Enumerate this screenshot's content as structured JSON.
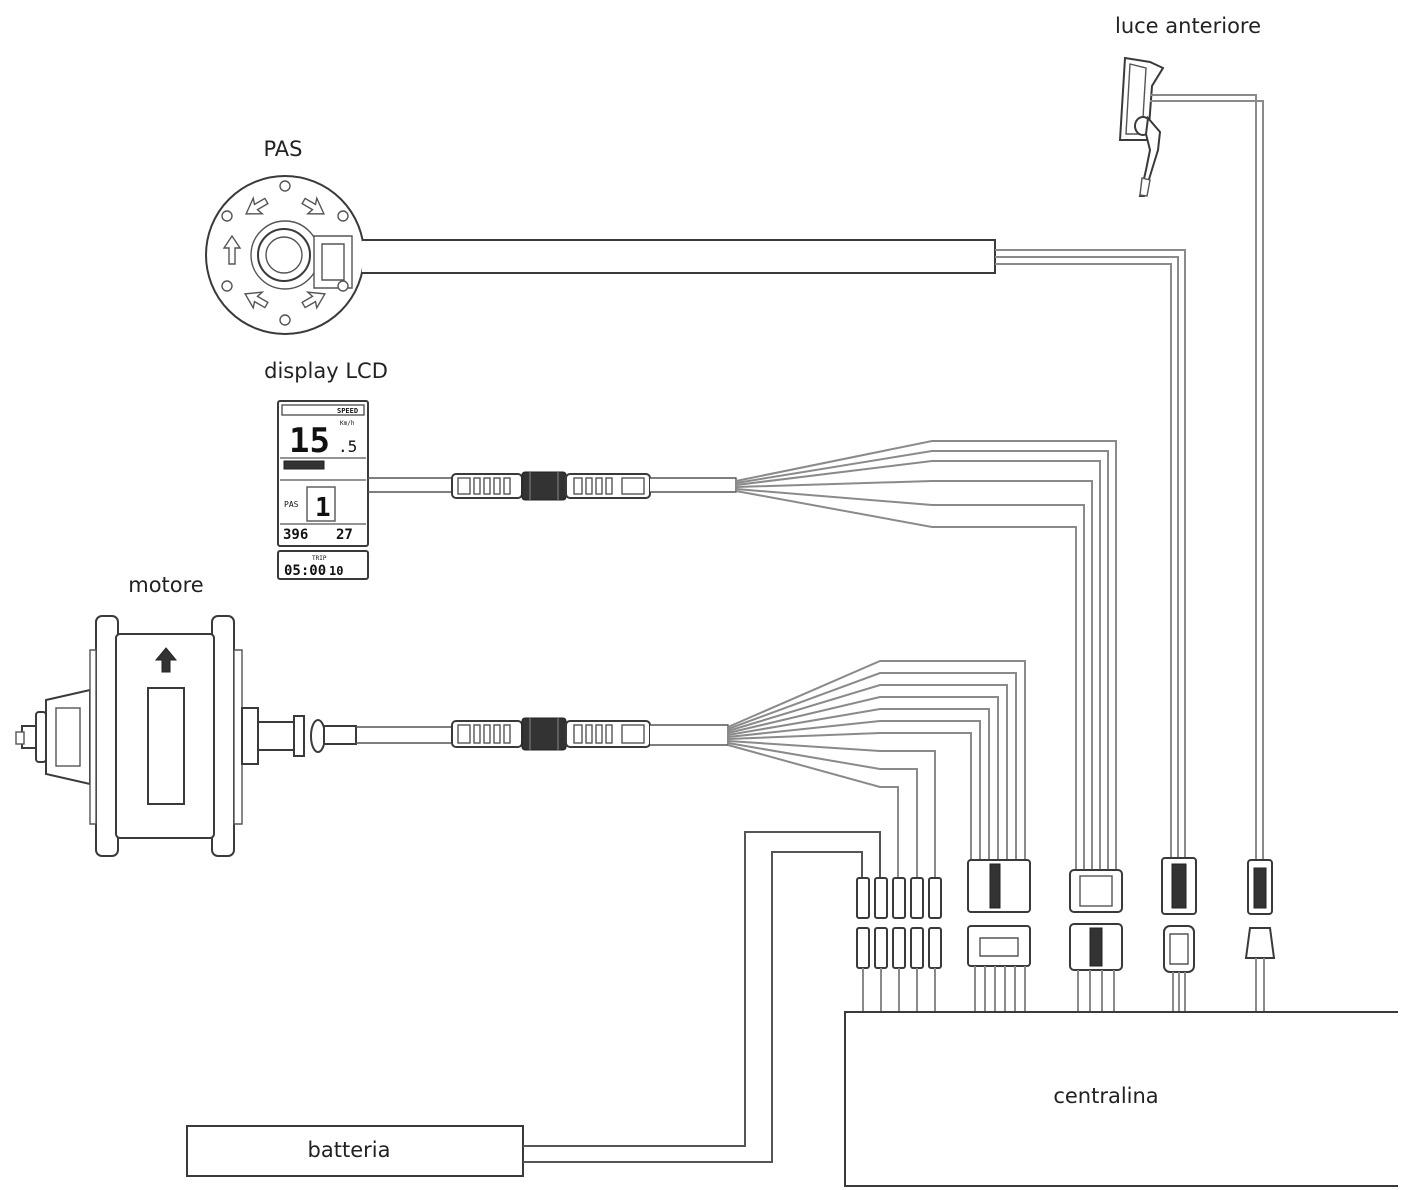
{
  "labels": {
    "front_light": "luce anteriore",
    "pas": "PAS",
    "display": "display LCD",
    "motor": "motore",
    "controller": "centralina",
    "battery": "batteria"
  },
  "display_screen": {
    "header": "SPEED",
    "speed_int": "15",
    "speed_dec": ".5",
    "speed_unit": "Km/h",
    "pas_label": "PAS",
    "pas_level": "1",
    "left_value": "396",
    "right_value": "27",
    "footer_label": "TRIP",
    "time": "05:00",
    "distance": "10"
  },
  "colors": {
    "line": "#3a3a3a",
    "wire": "#8a8a8a",
    "background": "#ffffff"
  }
}
